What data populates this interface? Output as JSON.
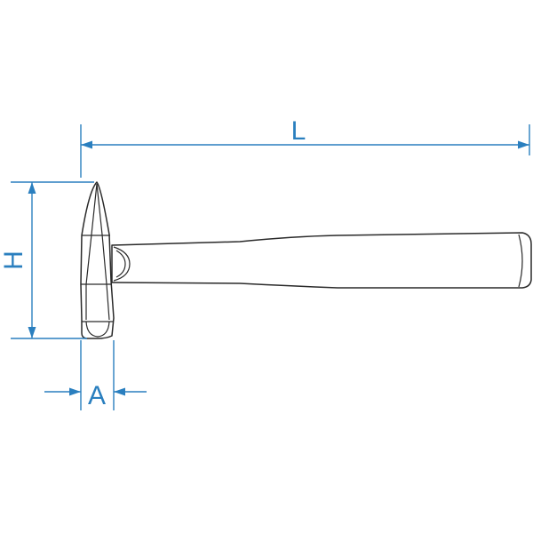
{
  "dimensions": {
    "length_label": "L",
    "height_label": "H",
    "width_label": "A"
  },
  "colors": {
    "dimension": "#2a7fbf",
    "outline": "#2a2a2a"
  }
}
